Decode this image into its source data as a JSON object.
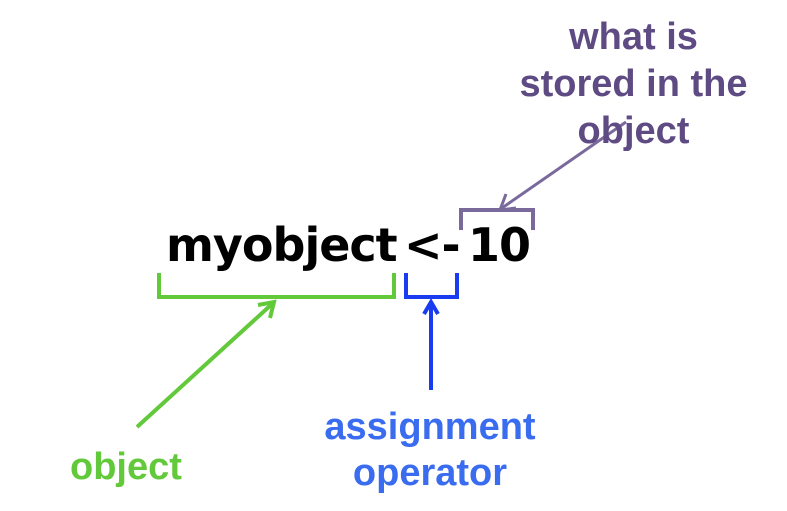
{
  "code": {
    "object_name": "myobject",
    "operator": "<-",
    "value": "10"
  },
  "annotations": {
    "stored_value": {
      "lines": [
        "what is",
        "stored in the",
        "object"
      ],
      "color": "#5f4b83"
    },
    "object": {
      "label": "object",
      "color": "#62c93a"
    },
    "assignment_operator": {
      "lines": [
        "assignment",
        "operator"
      ],
      "color": "#1a3cf0"
    }
  }
}
